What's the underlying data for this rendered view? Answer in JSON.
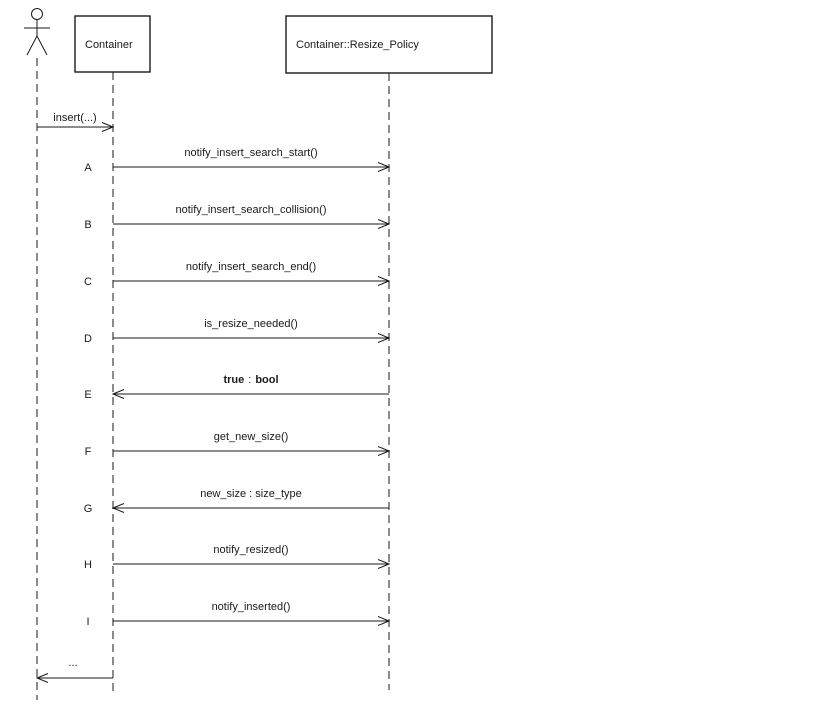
{
  "diagram": {
    "type": "uml-sequence-diagram",
    "colors": {
      "line": "#1a1a1a",
      "background": "#ffffff"
    },
    "participants": [
      {
        "id": "user",
        "kind": "actor",
        "label": ""
      },
      {
        "id": "container",
        "kind": "object",
        "label": "Container"
      },
      {
        "id": "resize-policy",
        "kind": "object",
        "label": "Container::Resize_Policy"
      }
    ],
    "messages": [
      {
        "letter": "",
        "label": "insert(...)",
        "from": "user",
        "to": "container",
        "direction": "right"
      },
      {
        "letter": "A",
        "label": "notify_insert_search_start()",
        "from": "container",
        "to": "resize-policy",
        "direction": "right"
      },
      {
        "letter": "B",
        "label": "notify_insert_search_collision()",
        "from": "container",
        "to": "resize-policy",
        "direction": "right"
      },
      {
        "letter": "C",
        "label": "notify_insert_search_end()",
        "from": "container",
        "to": "resize-policy",
        "direction": "right"
      },
      {
        "letter": "D",
        "label": "is_resize_needed()",
        "from": "container",
        "to": "resize-policy",
        "direction": "right"
      },
      {
        "letter": "E",
        "label_value": "true",
        "label_sep": ":",
        "label_type": "bool",
        "from": "resize-policy",
        "to": "container",
        "direction": "left"
      },
      {
        "letter": "F",
        "label": "get_new_size()",
        "from": "container",
        "to": "resize-policy",
        "direction": "right"
      },
      {
        "letter": "G",
        "label": "new_size : size_type",
        "from": "resize-policy",
        "to": "container",
        "direction": "left"
      },
      {
        "letter": "H",
        "label": "notify_resized()",
        "from": "container",
        "to": "resize-policy",
        "direction": "right"
      },
      {
        "letter": "I",
        "label": "notify_inserted()",
        "from": "container",
        "to": "resize-policy",
        "direction": "right"
      },
      {
        "letter": "",
        "label": "...",
        "from": "container",
        "to": "user",
        "direction": "left"
      }
    ]
  }
}
